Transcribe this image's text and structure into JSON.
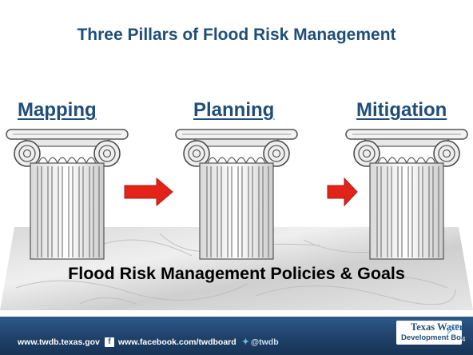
{
  "slide": {
    "title": "Three Pillars of Flood Risk Management",
    "pillars": [
      {
        "label": "Mapping"
      },
      {
        "label": "Planning"
      },
      {
        "label": "Mitigation"
      }
    ],
    "foundation_label": "Flood Risk Management Policies & Goals",
    "page_number": "4"
  },
  "footer": {
    "website": "www.twdb.texas.gov",
    "facebook_icon": "facebook-icon",
    "facebook_url": "www.facebook.com/twdboard",
    "twitter_icon": "twitter-bird-icon",
    "twitter_handle": "@twdb",
    "logo_line1": "Texas Water",
    "logo_line2": "Development Board"
  },
  "colors": {
    "title_blue": "#1f4e79",
    "arrow_red": "#e32219",
    "footer_blue": "#2d5a8c"
  }
}
